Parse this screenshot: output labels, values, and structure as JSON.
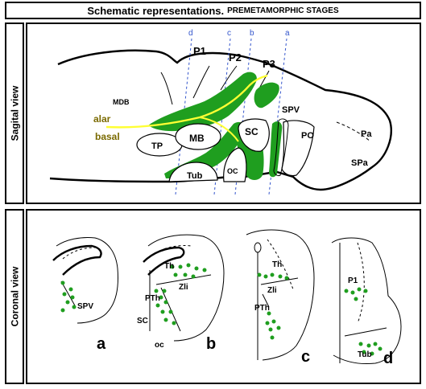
{
  "header": {
    "title": "Schematic representations.",
    "subtitle": "PREMETAMORPHIC STAGES"
  },
  "sagital": {
    "label": "Sagital view",
    "section_lines": [
      "d",
      "c",
      "b",
      "a"
    ],
    "prosomeres": [
      "P1",
      "P2",
      "P3"
    ],
    "regions": {
      "mdb": "MDB",
      "alar": "alar",
      "basal": "basal",
      "tp": "TP",
      "mb": "MB",
      "tub": "Tub",
      "oc": "OC",
      "sc": "SC",
      "spv": "SPV",
      "po": "PO",
      "pa": "Pa",
      "spa": "SPa"
    }
  },
  "coronal": {
    "label": "Coronal view",
    "sections": [
      {
        "letter": "a",
        "labels": [
          "SPV"
        ]
      },
      {
        "letter": "b",
        "labels": [
          "Th",
          "Zli",
          "PTh",
          "SC",
          "oc"
        ]
      },
      {
        "letter": "c",
        "labels": [
          "Th",
          "Zli",
          "PTh"
        ]
      },
      {
        "letter": "d",
        "labels": [
          "P1",
          "Tub"
        ]
      }
    ]
  },
  "colors": {
    "green": "#1f9e1f",
    "yellow": "#ffff33",
    "section_line": "#3355cc",
    "outline": "#000000"
  }
}
